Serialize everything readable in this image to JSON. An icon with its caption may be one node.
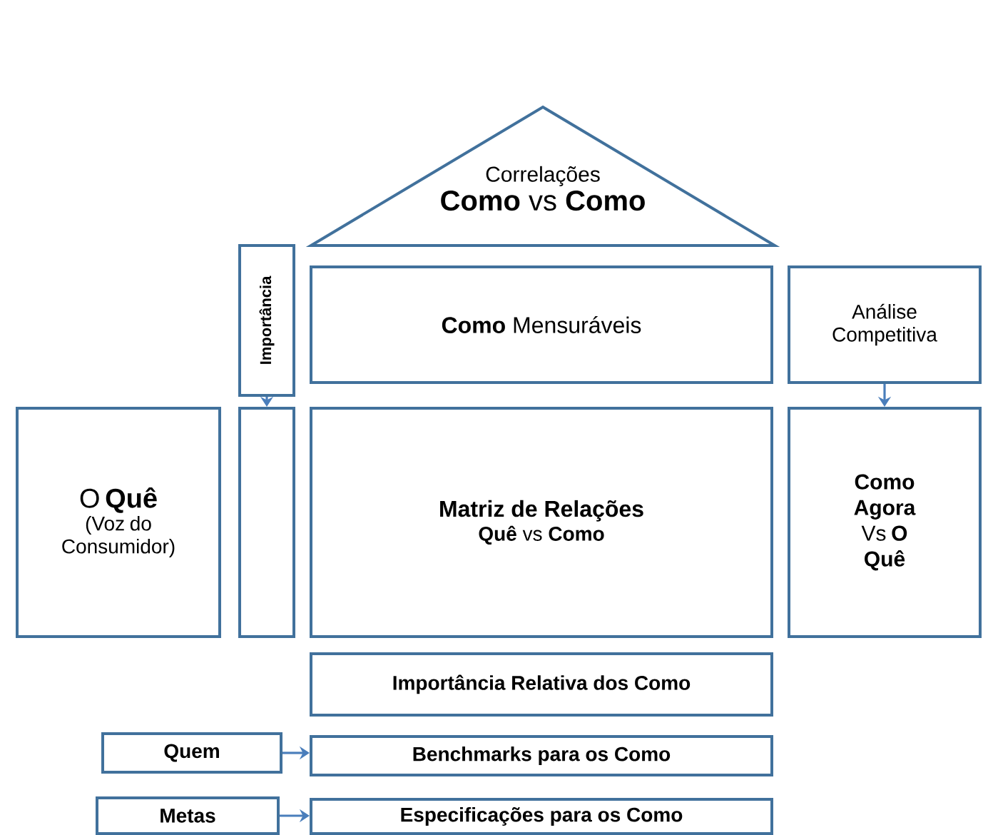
{
  "diagram": {
    "nodes": [
      {
        "text": [
          "Correlações",
          "**Como** vs **Como**"
        ]
      },
      {
        "text": [
          "Importância"
        ]
      },
      {
        "text": [
          "**Como** Mensuráveis"
        ]
      },
      {
        "text": [
          "Análise Competitiva"
        ]
      },
      {
        "text": [
          "O **Quê**",
          "(Voz do Consumidor)"
        ]
      },
      {
        "text": [],
        "shape": "box"
      },
      {
        "text": [
          "Matriz de Relações",
          "**Quê** vs **Como**"
        ]
      },
      {
        "text": [
          "**Como Agora** Vs **O Quê**"
        ]
      },
      {
        "text": [
          "Importância Relativa dos Como"
        ]
      },
      {
        "text": [
          "Quem"
        ]
      },
      {
        "text": [
          "Benchmarks para os Como"
        ]
      },
      {
        "text": [
          "Metas"
        ]
      },
      {
        "text": [
          "Especificações para os Como"
        ]
      }
    ],
    "edges": [
      {
        "from": 1,
        "to": 5,
        "arrow": "to"
      },
      {
        "from": 3,
        "to": 7,
        "arrow": "to"
      },
      {
        "from": 9,
        "to": 10,
        "arrow": "to"
      },
      {
        "from": 11,
        "to": 12,
        "arrow": "to"
      }
    ]
  }
}
